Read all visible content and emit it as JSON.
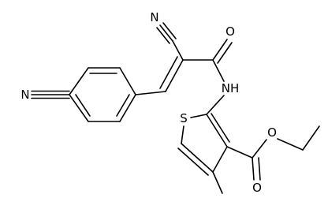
{
  "molecule": {
    "atoms": {
      "n_nitrile_aryl": "N",
      "n_nitrile_vinyl": "N",
      "o_amide": "O",
      "n_amide": "NH",
      "s_thiophene": "S",
      "o_ester_carbonyl": "O",
      "o_ester_ether": "O"
    }
  },
  "colors": {
    "bond": "#000000",
    "label": "#000000",
    "background": "#ffffff"
  }
}
